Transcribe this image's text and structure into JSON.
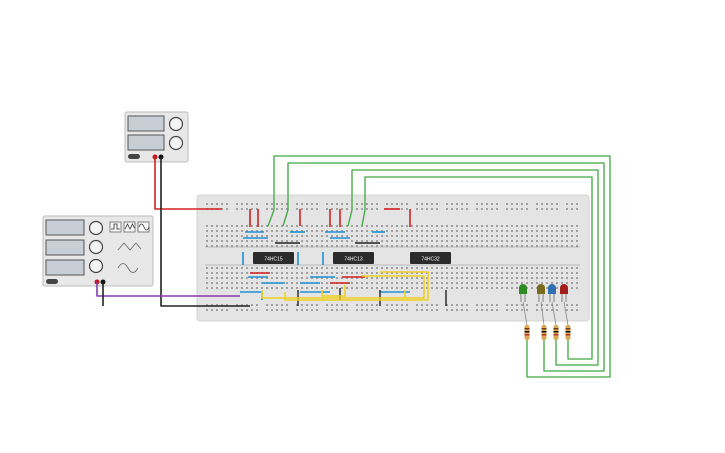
{
  "workspace": {
    "power_supply": {
      "display_top": "",
      "display_bottom": ""
    },
    "function_generator": {
      "waveforms": [
        "square-wave-icon",
        "triangle-wave-icon",
        "sine-wave-icon"
      ]
    },
    "chips": [
      {
        "label": "74HC15"
      },
      {
        "label": "74HC13"
      },
      {
        "label": "74HC32"
      }
    ],
    "leds": [
      {
        "color": "#2e8b22"
      },
      {
        "color": "#7a6a1a"
      },
      {
        "color": "#2f6fb2"
      },
      {
        "color": "#a51c1c"
      }
    ],
    "colors": {
      "wire_green": "#3fa83f",
      "wire_red": "#d42020",
      "wire_black": "#222222",
      "wire_blue": "#1e90d6",
      "wire_yellow": "#f0d020",
      "wire_purple": "#8a3ab0",
      "breadboard": "#e4e4e4"
    }
  }
}
